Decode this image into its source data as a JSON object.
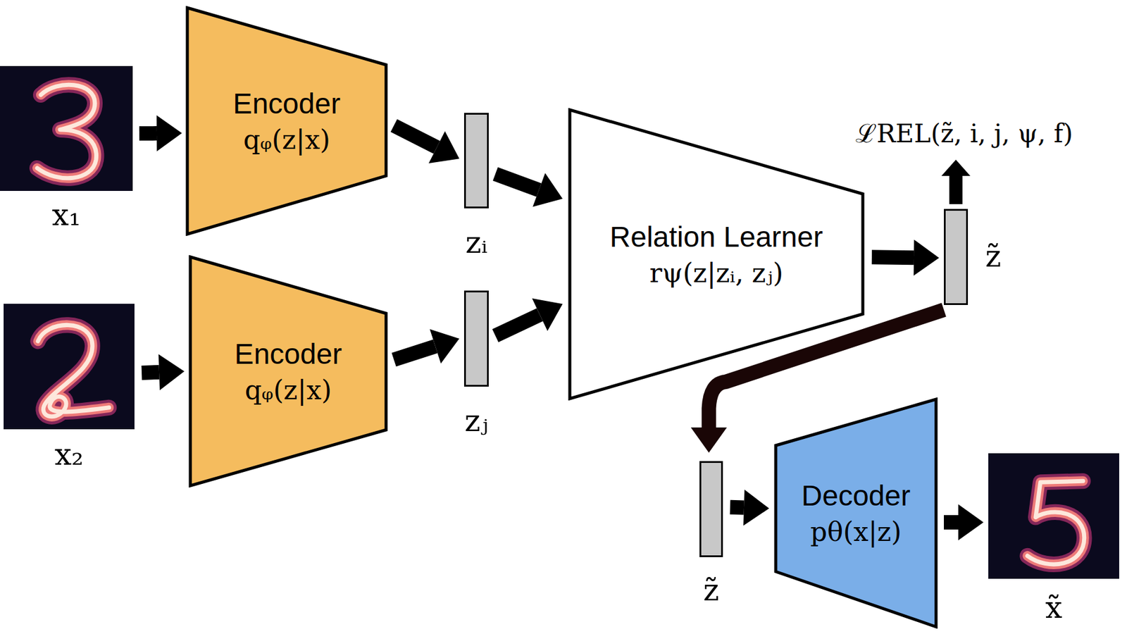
{
  "diagram": {
    "nodes": [
      {
        "text": [
          "x₁"
        ]
      },
      {
        "text": [
          "Encoder",
          "qᵩ(z|x)"
        ]
      },
      {
        "text": [
          "zᵢ"
        ]
      },
      {
        "text": [
          "x₂"
        ]
      },
      {
        "text": [
          "Encoder",
          "qᵩ(z|x)"
        ]
      },
      {
        "text": [
          "zⱼ"
        ]
      },
      {
        "text": [
          "Relation Learner",
          "rψ(z|zᵢ, zⱼ)"
        ]
      },
      {
        "text": [
          "z̃"
        ]
      },
      {
        "text": [
          "z̃"
        ]
      },
      {
        "text": [
          "Decoder",
          "pθ(x|z)"
        ]
      },
      {
        "text": [
          "x̃"
        ]
      }
    ],
    "edges": [
      {
        "from": 0,
        "to": 1,
        "arrow": "to"
      },
      {
        "from": 1,
        "to": 2,
        "arrow": "to"
      },
      {
        "from": 2,
        "to": 6,
        "arrow": "to"
      },
      {
        "from": 3,
        "to": 4,
        "arrow": "to"
      },
      {
        "from": 4,
        "to": 5,
        "arrow": "to"
      },
      {
        "from": 5,
        "to": 6,
        "arrow": "to"
      },
      {
        "from": 6,
        "to": 7,
        "arrow": "to"
      },
      {
        "from": 7,
        "to": 8,
        "arrow": "to"
      },
      {
        "from": 8,
        "to": 9,
        "arrow": "to"
      },
      {
        "from": 9,
        "to": 10,
        "arrow": "to"
      }
    ],
    "labels": [
      "ℒREL(z̃, i, j, ψ, f)"
    ]
  }
}
